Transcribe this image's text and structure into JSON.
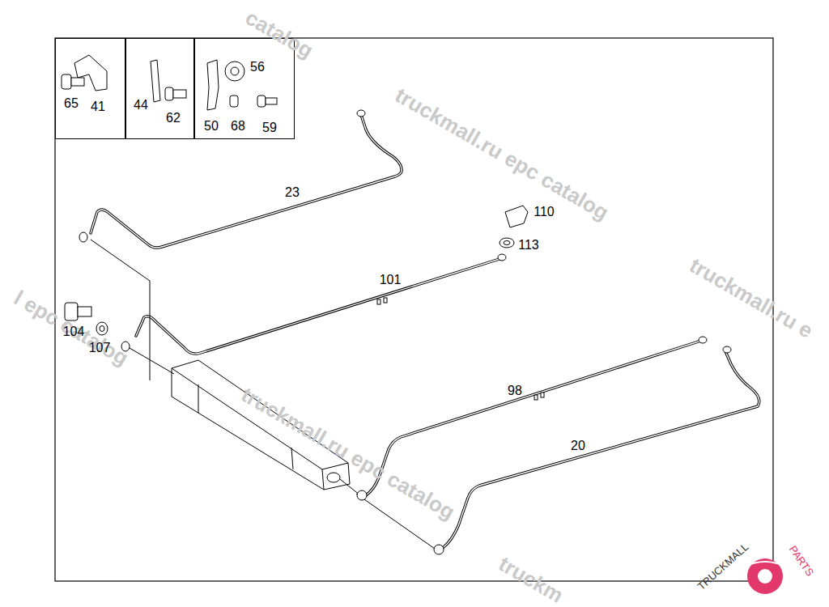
{
  "diagram": {
    "nodes": [
      {
        "text": [
          "65",
          "41"
        ]
      },
      {
        "text": [
          "44",
          "62"
        ]
      },
      {
        "text": [
          "56",
          "50",
          "68",
          "59"
        ]
      }
    ],
    "labels": [
      "catalog",
      "truckmall.ru epc catalog",
      "truckmall.ru e",
      "l epc catalog",
      "truckmall.ru epc catalog",
      "truckm",
      "23",
      "110",
      "113",
      "101",
      "104",
      "107",
      "98",
      "20",
      "TRUCKMALL",
      "PARTS"
    ]
  }
}
